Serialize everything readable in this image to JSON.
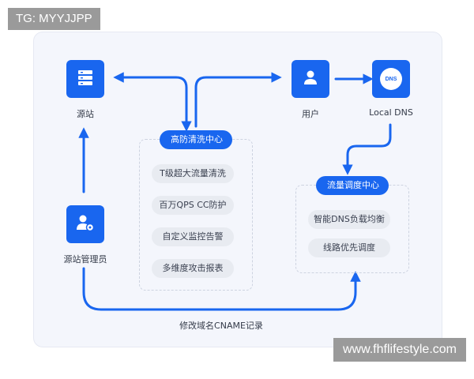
{
  "watermarks": {
    "top": "TG: MYYJJPP",
    "bottom": "www.fhflifestyle.com"
  },
  "nodes": {
    "origin": {
      "label": "源站",
      "icon": "server-icon"
    },
    "user": {
      "label": "用户",
      "icon": "user-icon"
    },
    "local_dns": {
      "label": "Local DNS",
      "icon": "dns-icon",
      "icon_text": "DNS"
    },
    "admin": {
      "label": "源站管理员",
      "icon": "admin-user-icon"
    }
  },
  "scrubbing_center": {
    "title": "高防清洗中心",
    "items": [
      "T级超大流量清洗",
      "百万QPS CC防护",
      "自定义监控告警",
      "多维度攻击报表"
    ]
  },
  "scheduling_center": {
    "title": "流量调度中心",
    "items": [
      "智能DNS负载均衡",
      "线路优先调度"
    ]
  },
  "bottom_label": "修改域名CNAME记录",
  "colors": {
    "accent": "#1966ef",
    "item_bg": "#e8ebf1",
    "card_bg": "#f4f6fc"
  }
}
